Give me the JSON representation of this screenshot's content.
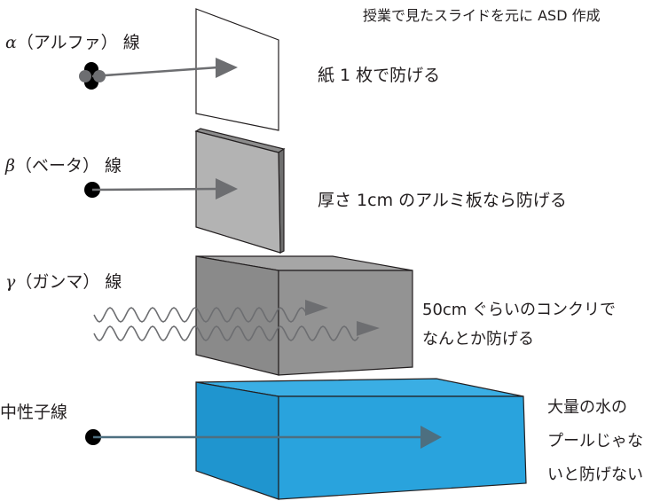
{
  "header": {
    "credit": "授業で見たスライドを元に ASD 作成"
  },
  "radiation": [
    {
      "symbol": "α",
      "label": "（アルファ） 線",
      "shield": "紙 1 枚で防げる"
    },
    {
      "symbol": "β",
      "label": "（ベータ） 線",
      "shield": "厚さ 1cm のアルミ板なら防げる"
    },
    {
      "symbol": "γ",
      "label": "（ガンマ） 線",
      "shield_lines": [
        "50cm ぐらいのコンクリで",
        "なんとか防げる"
      ]
    },
    {
      "symbol": "",
      "label": "中性子線",
      "shield_lines": [
        "大量の水の",
        "プールじゃな",
        "いと防げない"
      ]
    }
  ],
  "colors": {
    "text": "#231f20",
    "arrow": "#6d6e71",
    "paper": "#ffffff",
    "aluminum": "#b3b3b3",
    "concrete": "#939393",
    "water": "#29a3dd"
  }
}
